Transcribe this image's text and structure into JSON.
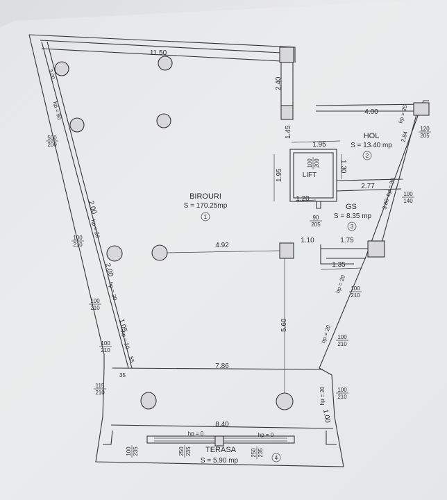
{
  "plan": {
    "rooms": [
      {
        "name": "BIROURI",
        "area": "S = 170.25mp",
        "number": "1"
      },
      {
        "name": "HOL",
        "area": "S = 13.40 mp",
        "number": "2"
      },
      {
        "name": "GS",
        "area": "S = 8.35 mp",
        "number": "3"
      },
      {
        "name": "TERASA",
        "area": "S = 5.90 mp",
        "number": "4"
      }
    ],
    "lift_label": "LIFT",
    "dimensions": {
      "top": "11.50",
      "left_top": "3.00",
      "right_top": "2.40",
      "hol_top": "4.00",
      "hol_left": "1.45",
      "lift_width": "1.95",
      "lift_height": "1.95",
      "lift_side": "1.30",
      "gs_top": "2.77",
      "lift_bottom": "1.20",
      "hol_right": "2.84",
      "gs_right": "3.00",
      "beam": "4.92",
      "gs_a": "1.10",
      "gs_b": "1.75",
      "gs_c": "1.35",
      "vertical": "5.60",
      "mid": "7.86",
      "bottom": "8.40",
      "left_a": "2.00",
      "left_b": "2.00",
      "left_c": "1.05",
      "left_d": "55",
      "left_e": "35",
      "right_low": "1.00"
    },
    "openings": {
      "lift_door": [
        "100",
        "200"
      ],
      "gs_door": [
        "90",
        "205"
      ],
      "hol_window": [
        "120",
        "205"
      ],
      "gs_window": [
        "100",
        "140"
      ],
      "left_big": [
        "500",
        "200"
      ],
      "left_w1": [
        "100",
        "210"
      ],
      "left_w2": [
        "100",
        "210"
      ],
      "left_w3": [
        "100",
        "210"
      ],
      "left_w4": [
        "115",
        "210"
      ],
      "right_w1": [
        "100",
        "210"
      ],
      "right_w2": [
        "100",
        "210"
      ],
      "right_w3": [
        "100",
        "210"
      ],
      "terasa_door": [
        "100",
        "235"
      ],
      "terasa_w1": [
        "250",
        "235"
      ],
      "terasa_w2": [
        "250",
        "235"
      ]
    },
    "sill_heights": {
      "hp90": "hp = 90",
      "hp25": "hp = 25",
      "hp20": "hp = 20",
      "hp0": "hp = 0"
    }
  }
}
